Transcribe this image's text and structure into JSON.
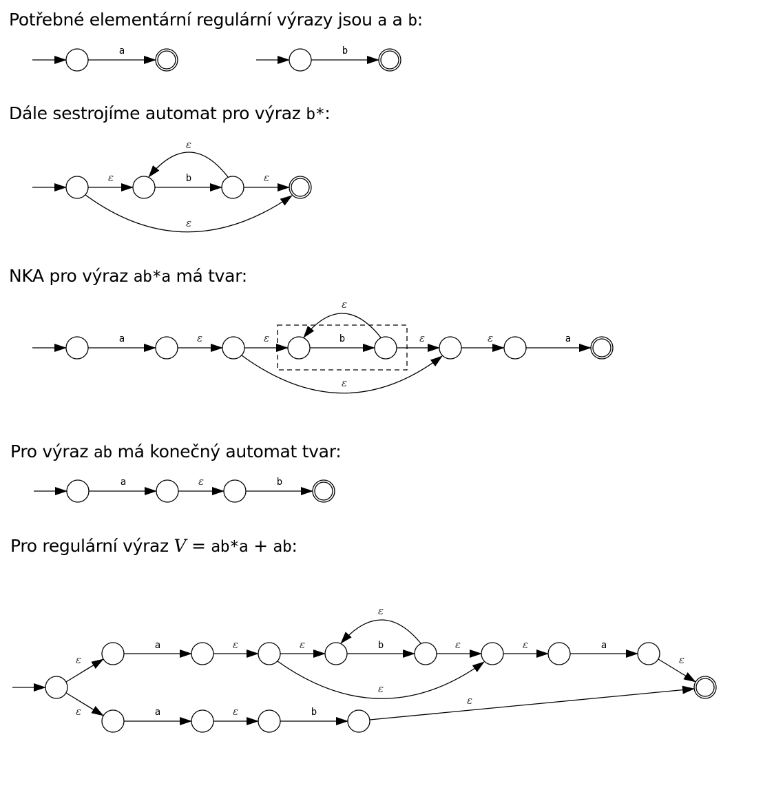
{
  "paragraphs": {
    "p1": {
      "text": "Potřebné elementární regulární výrazy jsou ",
      "a": "a",
      "mid": " a ",
      "b": "b",
      "end": ":"
    },
    "p2": {
      "text": "Dále sestrojíme automat pro výraz ",
      "expr": "b*",
      "end": ":"
    },
    "p3": {
      "text": "NKA pro výraz ",
      "expr": "ab*a",
      "end": " má tvar:"
    },
    "p4": {
      "text": "Pro výraz ",
      "expr": "ab",
      "end": " má konečný automat tvar:"
    },
    "p5": {
      "text": "Pro regulární výraz ",
      "var": "V",
      "eq": " = ",
      "expr1": "ab*a",
      "plus": " + ",
      "expr2": "ab",
      "end": ":"
    }
  },
  "labels": {
    "a": "a",
    "b": "b",
    "epsilon": "ε"
  },
  "diagrams": {
    "d1a": {
      "description": "automaton for a",
      "edge_label": "a"
    },
    "d1b": {
      "description": "automaton for b",
      "edge_label": "b"
    },
    "d2": {
      "description": "automaton for b*",
      "edges": [
        "ε",
        "b",
        "ε",
        "ε (loop back)",
        "ε (bypass)"
      ]
    },
    "d3": {
      "description": "NKA for ab*a",
      "edges": [
        "a",
        "ε",
        "ε",
        "b",
        "ε",
        "ε",
        "a",
        "ε (loop back)",
        "ε (bypass)"
      ]
    },
    "d4": {
      "description": "automaton for ab",
      "edges": [
        "a",
        "ε",
        "b"
      ]
    },
    "d5": {
      "description": "automaton for ab*a + ab",
      "edges_top": [
        "ε",
        "a",
        "ε",
        "ε",
        "b",
        "ε",
        "ε",
        "a",
        "ε"
      ],
      "edges_bottom": [
        "ε",
        "a",
        "ε",
        "b",
        "ε"
      ],
      "loop": "ε",
      "bypass": "ε"
    }
  },
  "colors": {
    "stroke": "#000000",
    "epsilon": "#333333",
    "background": "#ffffff"
  }
}
